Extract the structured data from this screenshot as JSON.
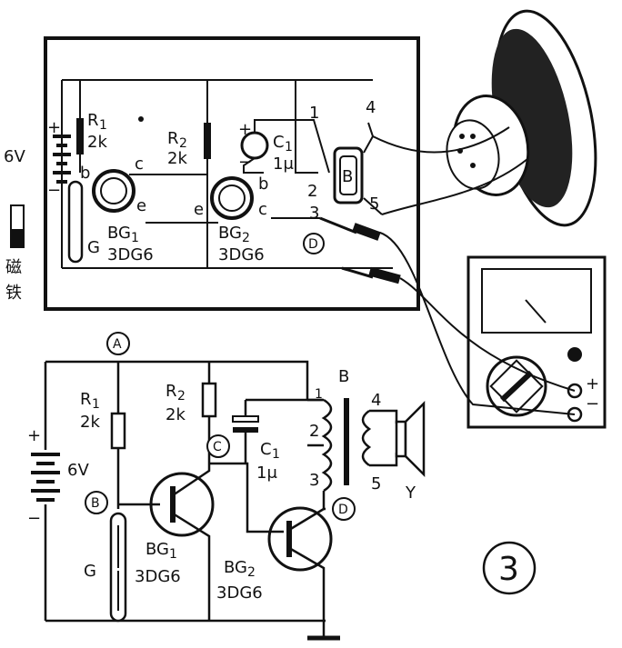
{
  "figure_number": "3",
  "board": {
    "battery_voltage": "6V",
    "plus": "+",
    "minus": "−",
    "r1_name": "R",
    "r1_sub": "1",
    "r1_value": "2k",
    "r2_name": "R",
    "r2_sub": "2",
    "r2_value": "2k",
    "c1_name": "C",
    "c1_sub": "1",
    "c1_value": "1μ",
    "c1_plus": "+",
    "c1_minus": "−",
    "bg1_name": "BG",
    "bg1_sub": "1",
    "bg1_model": "3DG6",
    "bg2_name": "BG",
    "bg2_sub": "2",
    "bg2_model": "3DG6",
    "reed_label": "G",
    "magnet_line1": "磁",
    "magnet_line2": "铁",
    "transformer_label": "B",
    "point_d": "D",
    "pin_b1": "b",
    "pin_c1": "c",
    "pin_e1": "e",
    "pin_b2": "b",
    "pin_c2": "c",
    "pin_e2": "e",
    "tap1": "1",
    "tap2": "2",
    "tap3": "3",
    "tap4": "4",
    "tap5": "5"
  },
  "meter": {
    "plus": "+",
    "minus": "−"
  },
  "schematic": {
    "point_a": "A",
    "point_b": "B",
    "point_c": "C",
    "point_d": "D",
    "r1_name": "R",
    "r1_sub": "1",
    "r1_value": "2k",
    "r2_name": "R",
    "r2_sub": "2",
    "r2_value": "2k",
    "c1_name": "C",
    "c1_sub": "1",
    "c1_value": "1μ",
    "battery_voltage": "6V",
    "plus": "+",
    "minus": "−",
    "reed_label": "G",
    "bg1_name": "BG",
    "bg1_sub": "1",
    "bg1_model": "3DG6",
    "bg2_name": "BG",
    "bg2_sub": "2",
    "bg2_model": "3DG6",
    "transformer_label": "B",
    "tap1": "1",
    "tap2": "2",
    "tap3": "3",
    "tap4": "4",
    "tap5": "5",
    "speaker_label": "Y"
  }
}
